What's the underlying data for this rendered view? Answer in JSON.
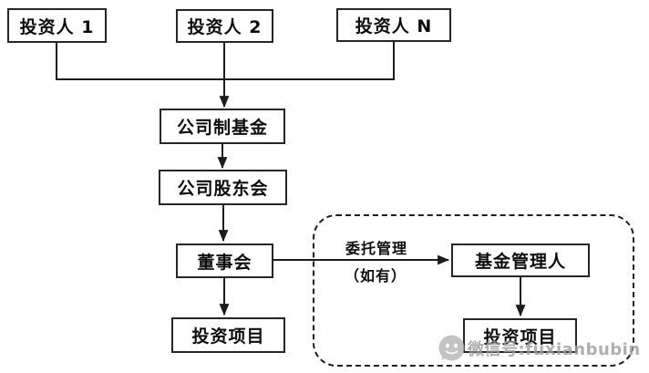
{
  "diagram": {
    "nodes": {
      "investor_1": "投资人 1",
      "investor_2": "投资人 2",
      "investor_n": "投资人 N",
      "corporate_fund": "公司制基金",
      "shareholders_meeting": "公司股东会",
      "board_of_directors": "董事会",
      "investment_project_left": "投资项目",
      "fund_manager": "基金管理人",
      "investment_project_right": "投资项目"
    },
    "edge_labels": {
      "entrusted_management": "委托管理",
      "if_any": "（如有）"
    },
    "watermark": {
      "text": "微信号:fuxianbubin"
    },
    "colors": {
      "line": "#1c1c1c",
      "box_border": "#262626",
      "watermark": "#9c9c9c",
      "background": "#ffffff"
    }
  }
}
